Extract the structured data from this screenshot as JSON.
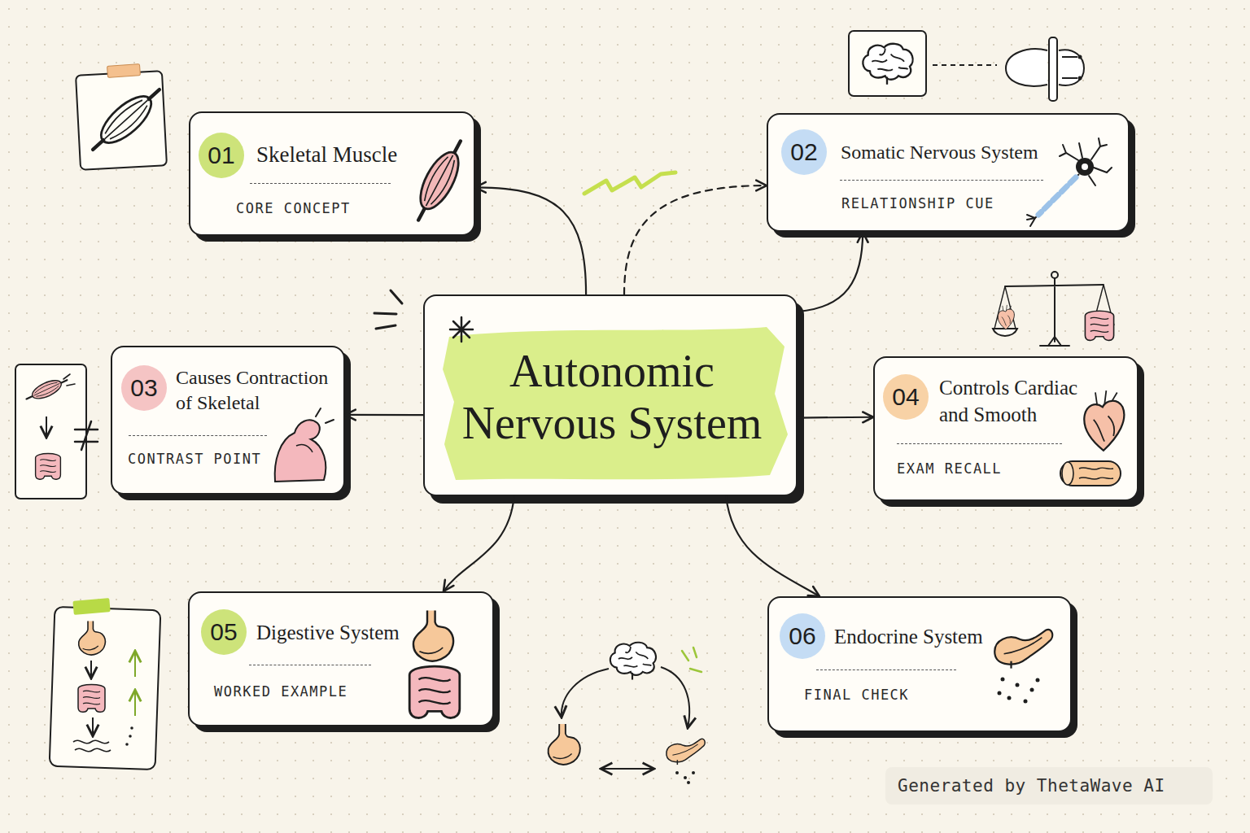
{
  "diagram": {
    "nodes": [
      {
        "text": [
          "Skeletal Muscle",
          "CORE CONCEPT"
        ]
      },
      {
        "text": [
          "01"
        ],
        "in": 0
      },
      {
        "text": [
          "Somatic Nervous System",
          "RELATIONSHIP CUE"
        ]
      },
      {
        "text": [
          "02"
        ],
        "in": 2
      },
      {
        "text": [
          "Autonomic Nervous System"
        ]
      },
      {
        "text": [
          "Causes Contraction of Skeletal",
          "CONTRAST POINT"
        ]
      },
      {
        "text": [
          "03"
        ],
        "in": 5
      },
      {
        "text": [
          "Controls Cardiac and Smooth",
          "EXAM RECALL"
        ]
      },
      {
        "text": [
          "04"
        ],
        "in": 7
      },
      {
        "text": [
          "Digestive System",
          "WORKED EXAMPLE"
        ]
      },
      {
        "text": [
          "05"
        ],
        "in": 9
      },
      {
        "text": [
          "Endocrine System",
          "FINAL CHECK"
        ]
      },
      {
        "text": [
          "06"
        ],
        "in": 11
      }
    ],
    "edges": [
      {
        "from": 4,
        "to": 0,
        "arrow": "to"
      },
      {
        "from": 4,
        "to": 2,
        "arrow": "to"
      },
      {
        "from": 4,
        "to": 2,
        "arrow": "to"
      },
      {
        "from": 4,
        "to": 5,
        "arrow": "to"
      },
      {
        "from": 4,
        "to": 7,
        "arrow": "to"
      },
      {
        "from": 4,
        "to": 9,
        "arrow": "to"
      },
      {
        "from": 4,
        "to": 11,
        "arrow": "to"
      }
    ],
    "labels": [
      "Generated by ThetaWave AI"
    ]
  }
}
